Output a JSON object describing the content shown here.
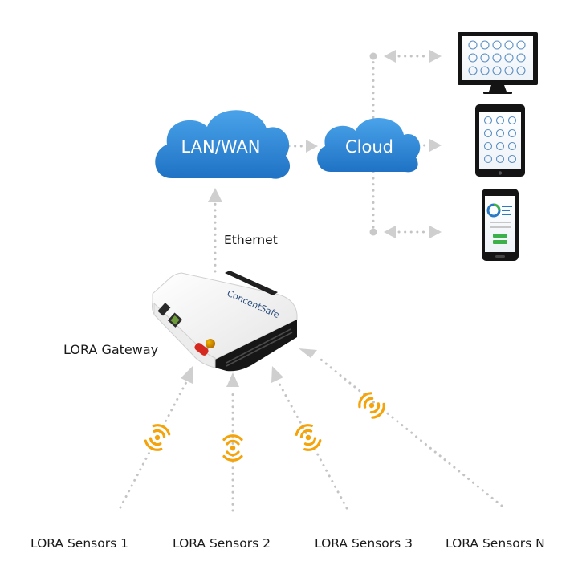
{
  "clouds": {
    "lan_wan": "LAN/WAN",
    "cloud": "Cloud"
  },
  "labels": {
    "ethernet": "Ethernet",
    "gateway": "LORA Gateway",
    "gateway_brand": "ConcentSafe"
  },
  "sensors": [
    "LORA Sensors 1",
    "LORA Sensors 2",
    "LORA Sensors 3",
    "LORA Sensors N"
  ],
  "devices": [
    "monitor",
    "tablet",
    "phone"
  ],
  "colors": {
    "cloud_blue": "#2f88d6",
    "wave_orange": "#f4a30a",
    "connector_grey": "#c4c4c4",
    "device_black": "#141414",
    "antenna_red": "#d5281e"
  },
  "icons": [
    "lan-wan-cloud-icon",
    "cloud-icon",
    "monitor-icon",
    "tablet-icon",
    "phone-icon",
    "gateway-icon",
    "antenna-icon",
    "signal-wave-icon"
  ]
}
